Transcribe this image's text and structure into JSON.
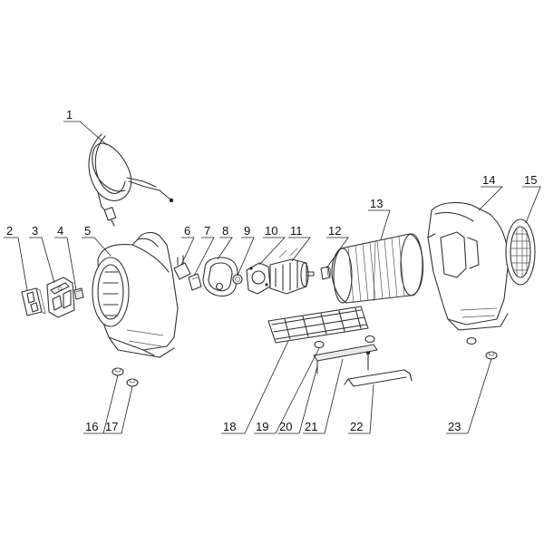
{
  "callouts": [
    {
      "num": "1"
    },
    {
      "num": "2"
    },
    {
      "num": "3"
    },
    {
      "num": "4"
    },
    {
      "num": "5"
    },
    {
      "num": "6"
    },
    {
      "num": "7"
    },
    {
      "num": "8"
    },
    {
      "num": "9"
    },
    {
      "num": "10"
    },
    {
      "num": "11"
    },
    {
      "num": "12"
    },
    {
      "num": "13"
    },
    {
      "num": "14"
    },
    {
      "num": "15"
    },
    {
      "num": "16"
    },
    {
      "num": "17"
    },
    {
      "num": "18"
    },
    {
      "num": "19"
    },
    {
      "num": "20"
    },
    {
      "num": "21"
    },
    {
      "num": "22"
    },
    {
      "num": "23"
    }
  ]
}
